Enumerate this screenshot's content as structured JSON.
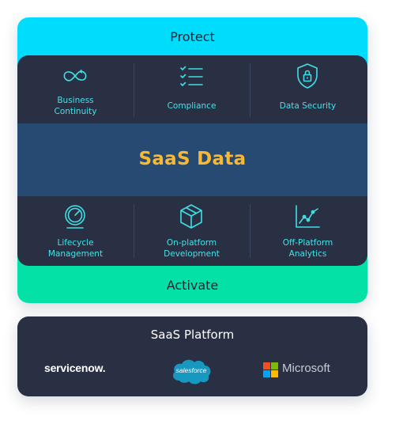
{
  "protect_label": "Protect",
  "activate_label": "Activate",
  "center_label": "SaaS Data",
  "top_row": [
    {
      "label_lines": [
        "Business",
        "Continuity"
      ],
      "icon": "infinity-icon"
    },
    {
      "label_lines": [
        "Compliance"
      ],
      "icon": "checklist-icon"
    },
    {
      "label_lines": [
        "Data Security"
      ],
      "icon": "shield-lock-icon"
    }
  ],
  "bottom_row": [
    {
      "label_lines": [
        "Lifecycle",
        "Management"
      ],
      "icon": "gauge-icon"
    },
    {
      "label_lines": [
        "On-platform",
        "Development"
      ],
      "icon": "cube-icon"
    },
    {
      "label_lines": [
        "Off-Platform",
        "Analytics"
      ],
      "icon": "line-chart-icon"
    }
  ],
  "platform": {
    "title": "SaaS Platform",
    "logos": {
      "servicenow": "servicenow.",
      "salesforce": "salesforce",
      "microsoft": "Microsoft"
    }
  },
  "colors": {
    "protect": "#00dcfb",
    "activate": "#04e1a6",
    "panel": "#2a3043",
    "center_band": "#274a73",
    "center_text": "#f8b833",
    "icon": "#3ee0e6",
    "salesforce_blue": "#1798c1"
  }
}
